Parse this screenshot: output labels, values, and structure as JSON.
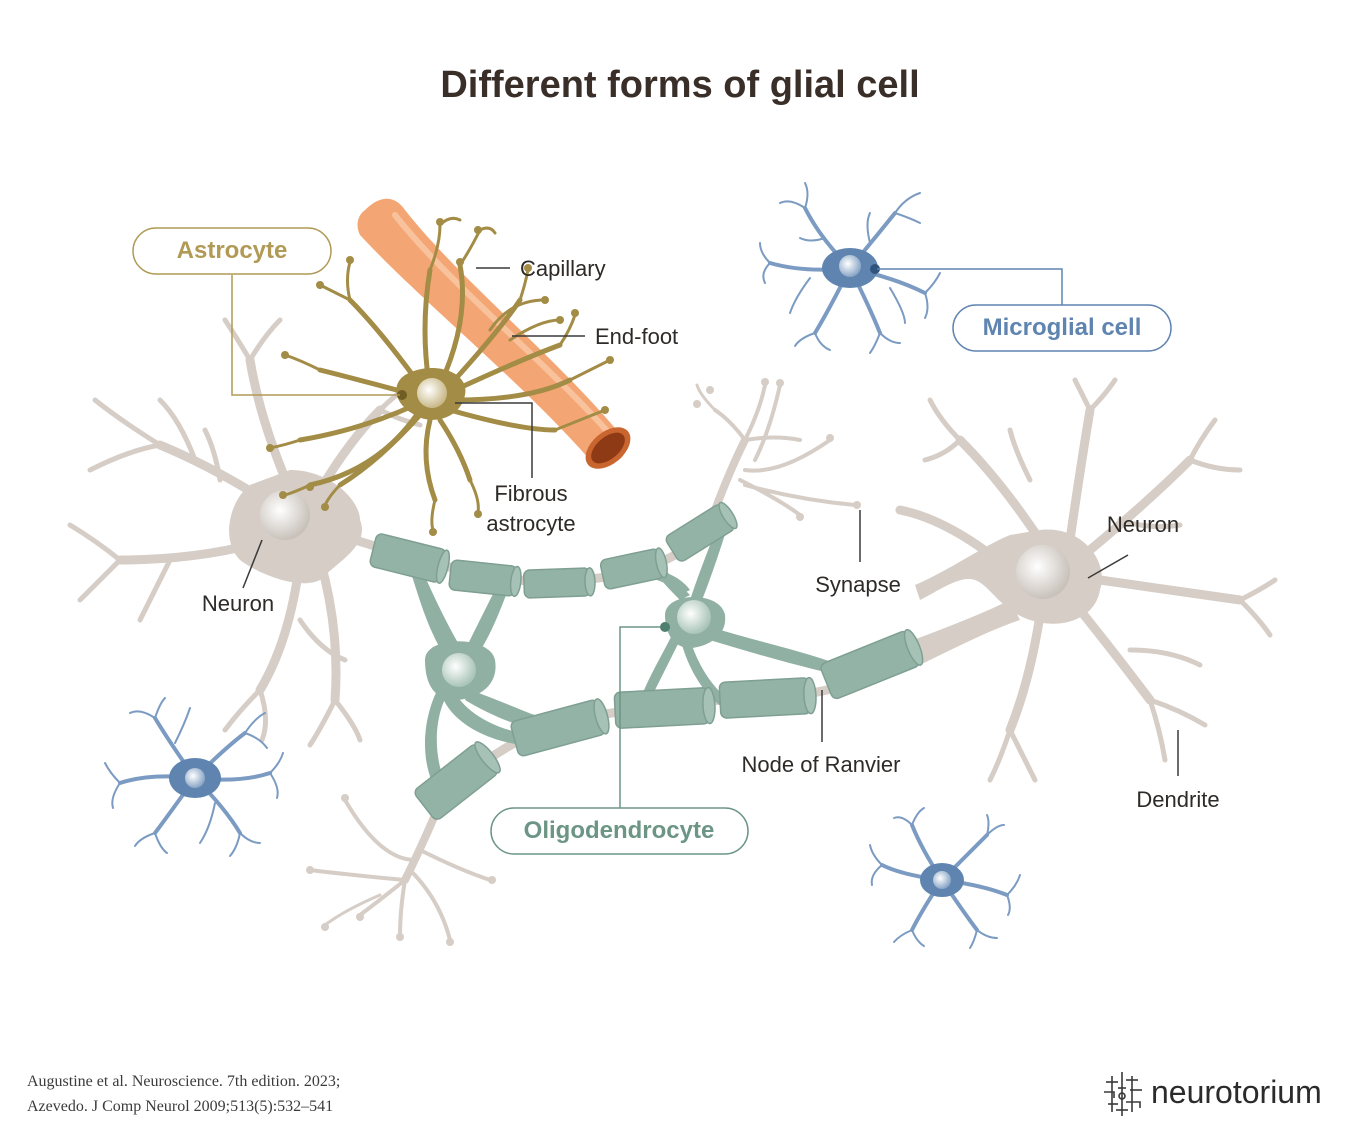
{
  "title": "Different forms of glial cell",
  "labels": {
    "astrocyte": "Astrocyte",
    "capillary": "Capillary",
    "end_foot": "End-foot",
    "fibrous_line1": "Fibrous",
    "fibrous_line2": "astrocyte",
    "microglial": "Microglial cell",
    "neuron_left": "Neuron",
    "neuron_right": "Neuron",
    "synapse": "Synapse",
    "oligodendrocyte": "Oligodendrocyte",
    "node_of_ranvier": "Node of Ranvier",
    "dendrite": "Dendrite"
  },
  "references": {
    "line1": "Augustine et al. Neuroscience. 7th edition. 2023;",
    "line2": "Azevedo. J Comp Neurol 2009;513(5):532–541"
  },
  "brand": {
    "name": "neurotorium",
    "icon": "neurotorium-logo-icon"
  },
  "colors": {
    "astrocyte": "#b09a55",
    "astrocyte_body": "#a38c45",
    "capillary": "#f3a674",
    "capillary_dark": "#d9774a",
    "microglia": "#5f84b0",
    "neuron": "#d5cdc6",
    "myelin": "#93b3a6",
    "oligodendrocyte": "#8fb0a2",
    "leader": "#3a3a3a"
  }
}
